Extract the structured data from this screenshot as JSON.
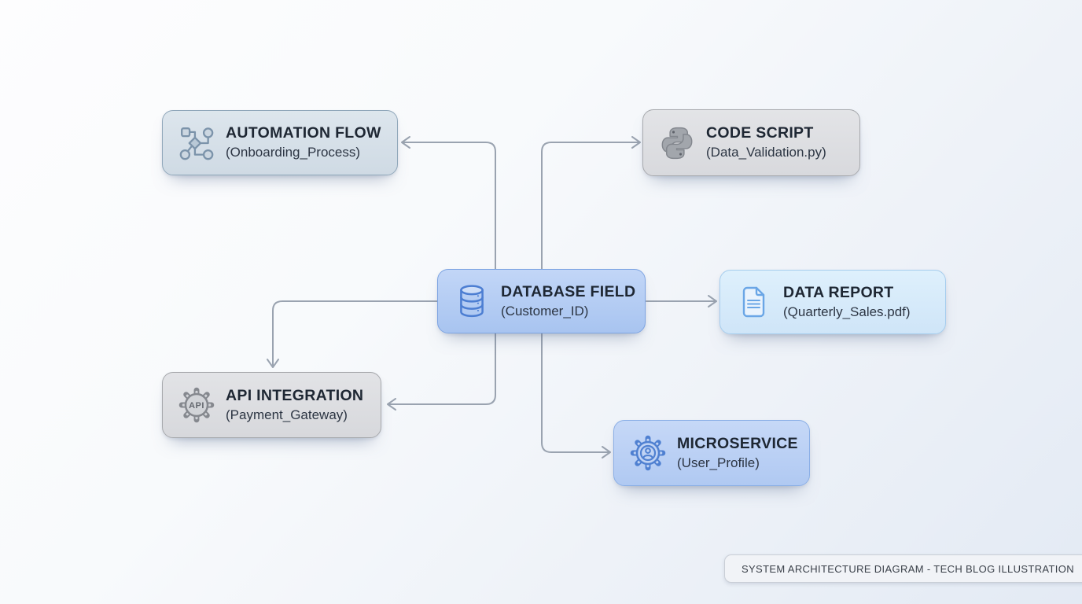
{
  "diagram": {
    "caption": "SYSTEM ARCHITECTURE DIAGRAM - TECH BLOG ILLUSTRATION",
    "nodes": [
      {
        "id": "automation-flow",
        "title": "AUTOMATION FLOW",
        "subtitle": "(Onboarding_Process)",
        "icon": "workflow-icon",
        "theme_bg": "#d5dfe8",
        "border": "#90a7ba",
        "icon_color": "#7b93aa"
      },
      {
        "id": "code-script",
        "title": "CODE SCRIPT",
        "subtitle": "(Data_Validation.py)",
        "icon": "python-icon",
        "theme_bg": "#dcdde0",
        "border": "#a7a9ad",
        "icon_color": "#9aa0a7"
      },
      {
        "id": "database-field",
        "title": "DATABASE FIELD",
        "subtitle": "(Customer_ID)",
        "icon": "database-icon",
        "theme_bg": "#b4ccf3",
        "border": "#7da4e2",
        "icon_color": "#4c7ed2"
      },
      {
        "id": "data-report",
        "title": "DATA REPORT",
        "subtitle": "(Quarterly_Sales.pdf)",
        "icon": "document-icon",
        "theme_bg": "#d6e9fa",
        "border": "#a6cdee",
        "icon_color": "#6aa6e6"
      },
      {
        "id": "api-integration",
        "title": "API INTEGRATION",
        "subtitle": "(Payment_Gateway)",
        "icon": "api-gear-icon",
        "theme_bg": "#dcddE0",
        "border": "#a6a8ac",
        "icon_color": "#85888e",
        "badge_text": "API"
      },
      {
        "id": "microservice",
        "title": "MICROSERVICE",
        "subtitle": "(User_Profile)",
        "icon": "user-gear-icon",
        "theme_bg": "#bcd1f5",
        "border": "#8bafe6",
        "icon_color": "#4f80d1"
      }
    ],
    "connections": [
      {
        "from": "database-field",
        "to": "automation-flow",
        "route": "up-then-left",
        "arrow": "left"
      },
      {
        "from": "database-field",
        "to": "code-script",
        "route": "up-then-right",
        "arrow": "right"
      },
      {
        "from": "database-field",
        "to": "data-report",
        "route": "straight-right",
        "arrow": "right"
      },
      {
        "from": "database-field",
        "to": "api-integration",
        "route": "left-then-down",
        "arrow": "down"
      },
      {
        "from": "database-field",
        "to": "api-integration",
        "route": "down-then-left",
        "arrow": "left"
      },
      {
        "from": "database-field",
        "to": "microservice",
        "route": "down-then-right",
        "arrow": "right"
      },
      {
        "line_color": "#9aa3b0"
      }
    ]
  }
}
